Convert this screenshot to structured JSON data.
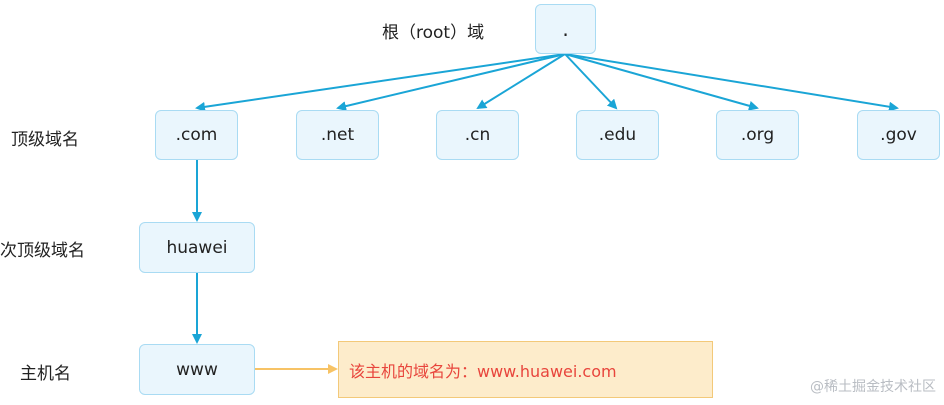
{
  "labels": {
    "root": "根（root）域",
    "tld": "顶级域名",
    "sld": "次顶级域名",
    "host": "主机名"
  },
  "nodes": {
    "root": ".",
    "com": ".com",
    "net": ".net",
    "cn": ".cn",
    "edu": ".edu",
    "org": ".org",
    "gov": ".gov",
    "huawei": "huawei",
    "www": "www"
  },
  "callout": "该主机的域名为：www.huawei.com",
  "watermark": "@稀土掘金技术社区",
  "colors": {
    "node_fill": "#eaf6fd",
    "node_border": "#a9dbf3",
    "connector": "#1aa5d6",
    "callout_fill": "#fdeccb",
    "callout_border": "#f3c979",
    "callout_arrow": "#f7c365",
    "callout_text": "#e8453c"
  }
}
